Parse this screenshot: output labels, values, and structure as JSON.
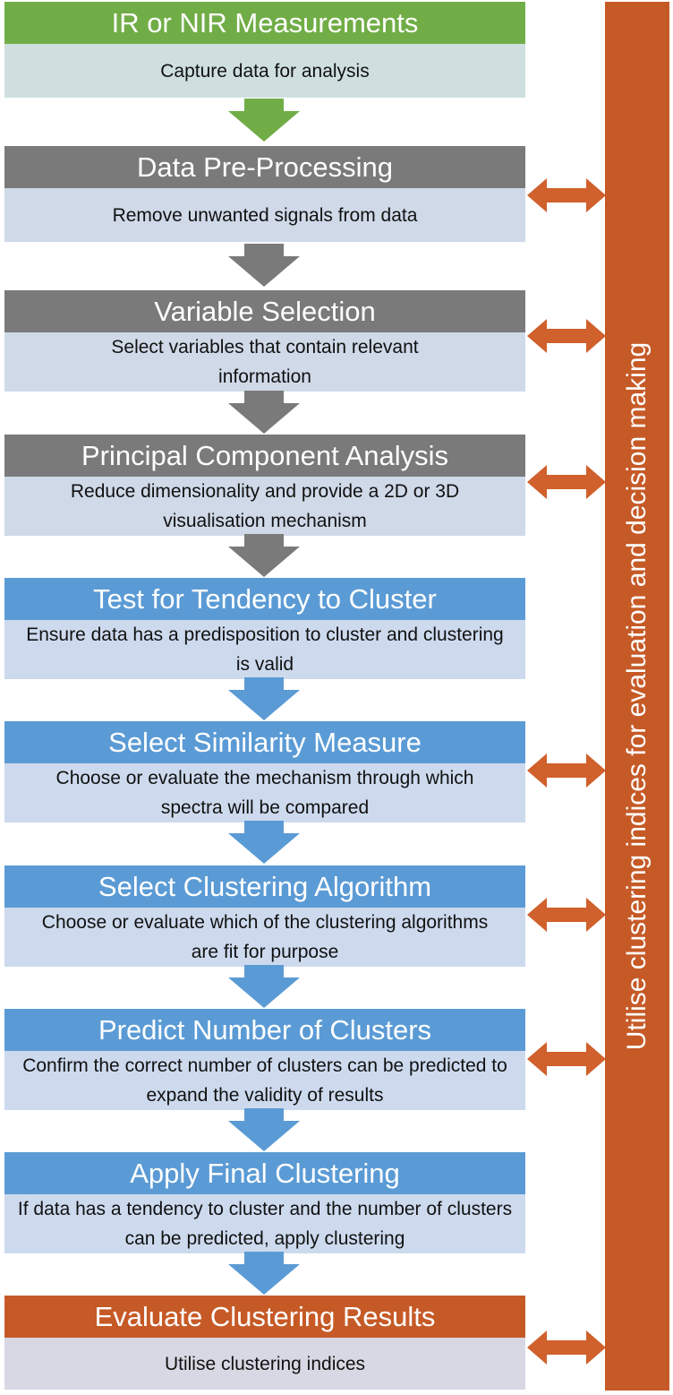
{
  "colors": {
    "green_header": "#71ad47",
    "grey_header": "#7a7a7a",
    "blue_header": "#5b9bd5",
    "orange_header": "#c65a27",
    "green_body": "#cfdfe0",
    "grey_body": "#cfd9e8",
    "blue_body": "#cddaee",
    "orange_body": "#d8d8e4",
    "arrow_green": "#71ad47",
    "arrow_grey": "#7a7a7a",
    "arrow_blue": "#5b9bd5",
    "side_arrow": "#d0602c",
    "sidebar": "#c65a27"
  },
  "steps": [
    {
      "title": "IR or NIR Measurements",
      "text": "Capture data for analysis",
      "theme": "green"
    },
    {
      "title": "Data Pre-Processing",
      "text": "Remove unwanted signals from data",
      "theme": "grey"
    },
    {
      "title": "Variable Selection",
      "text": "Select variables that contain relevant information",
      "theme": "grey"
    },
    {
      "title": "Principal Component Analysis",
      "text": "Reduce dimensionality and provide a 2D or 3D visualisation mechanism",
      "theme": "grey"
    },
    {
      "title": "Test for Tendency to Cluster",
      "text": "Ensure data has a predisposition to cluster and clustering is valid",
      "theme": "blue"
    },
    {
      "title": "Select Similarity Measure",
      "text": "Choose or evaluate the mechanism through which spectra will be compared",
      "theme": "blue"
    },
    {
      "title": "Select Clustering Algorithm",
      "text": "Choose or evaluate which of the clustering algorithms are fit for purpose",
      "theme": "blue"
    },
    {
      "title": "Predict Number of Clusters",
      "text": "Confirm the correct number of clusters can be predicted to expand the validity of results",
      "theme": "blue"
    },
    {
      "title": "Apply Final Clustering",
      "text": "If data has a tendency to cluster and the number of clusters can be predicted, apply clustering",
      "theme": "blue"
    },
    {
      "title": "Evaluate Clustering Results",
      "text": "Utilise clustering indices",
      "theme": "orange"
    }
  ],
  "sidebar": {
    "label": "Utilise clustering indices for evaluation and decision making"
  }
}
